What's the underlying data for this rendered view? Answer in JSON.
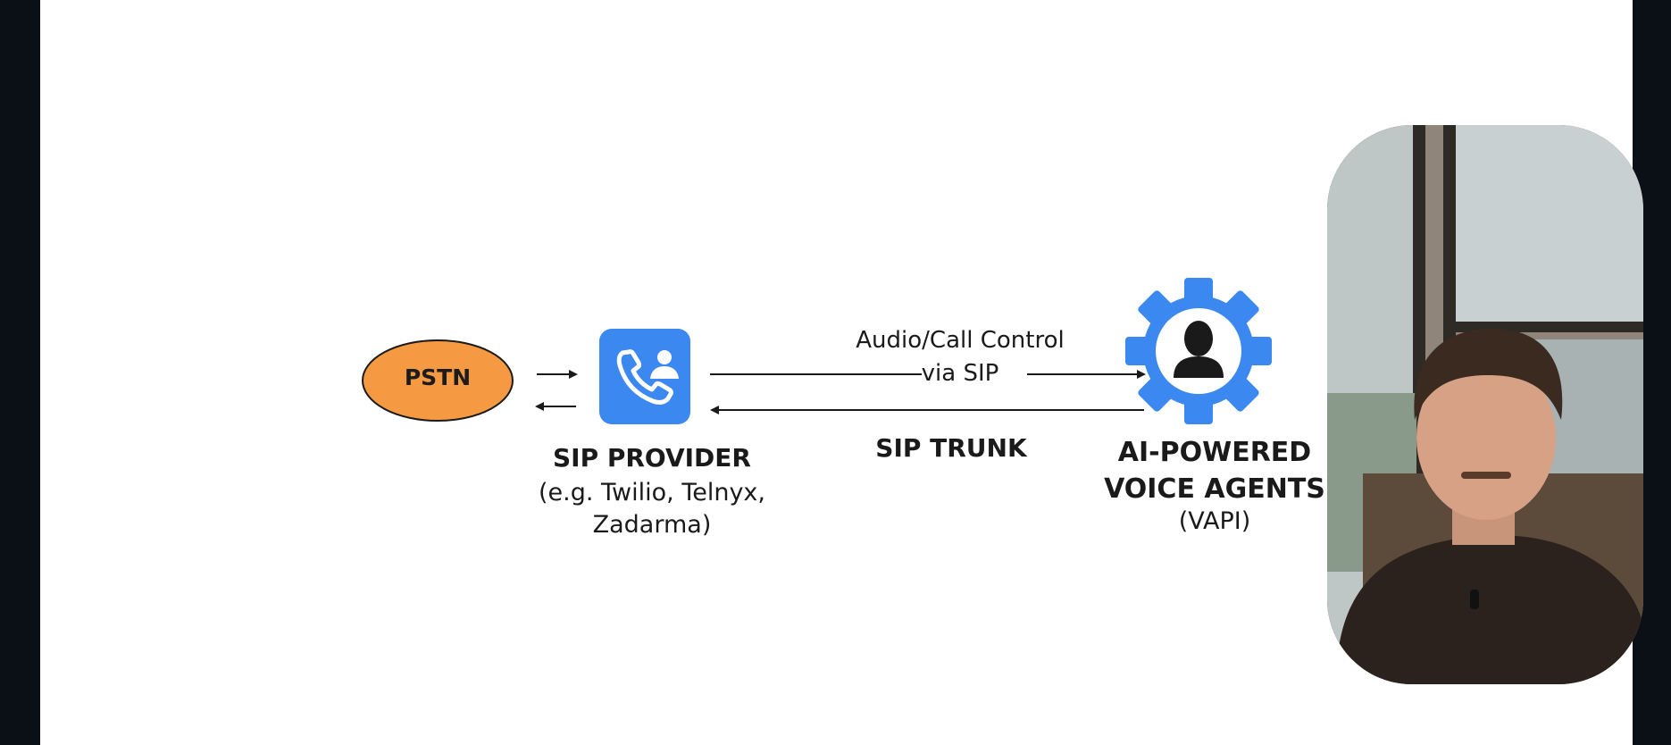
{
  "diagram": {
    "pstn": {
      "label": "PSTN",
      "fill": "#f59a43"
    },
    "sip_provider": {
      "title": "SIP PROVIDER",
      "subtitle_line1": "(e.g. Twilio, Telnyx,",
      "subtitle_line2": "Zadarma)",
      "icon": "phone-contact-icon",
      "icon_color": "#3b88f0"
    },
    "link": {
      "top_line1": "Audio/Call Control",
      "top_line2": "via SIP",
      "bottom_label": "SIP TRUNK"
    },
    "ai_agents": {
      "title_line1": "AI-POWERED",
      "title_line2": "VOICE AGENTS",
      "subtitle": "(VAPI)",
      "icon": "gear-person-icon",
      "icon_color": "#3b88f0"
    }
  },
  "webcam": {
    "icon": "presenter-webcam-overlay"
  }
}
